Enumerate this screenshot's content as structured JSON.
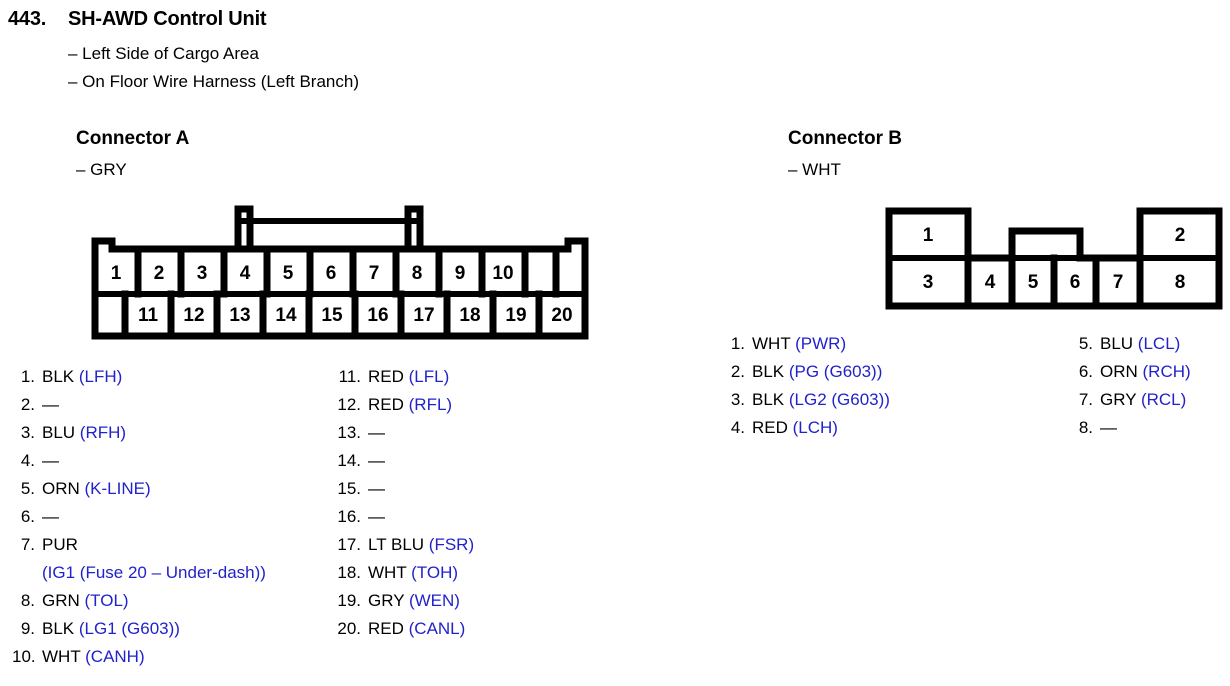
{
  "header": {
    "number": "443.",
    "title": "SH-AWD Control Unit",
    "sub_lines": [
      "– Left Side of Cargo Area",
      "– On Floor Wire Harness (Left Branch)"
    ]
  },
  "connector_a": {
    "heading": "Connector A",
    "color": "– GRY",
    "diagram": {
      "top_row": [
        "1",
        "2",
        "3",
        "4",
        "5",
        "6",
        "7",
        "8",
        "9",
        "10"
      ],
      "bottom_row": [
        "11",
        "12",
        "13",
        "14",
        "15",
        "16",
        "17",
        "18",
        "19",
        "20"
      ]
    },
    "pins_col1": [
      {
        "num": "1.",
        "color": "BLK",
        "signal": "(LFH)"
      },
      {
        "num": "2.",
        "color": "—",
        "signal": ""
      },
      {
        "num": "3.",
        "color": "BLU",
        "signal": "(RFH)"
      },
      {
        "num": "4.",
        "color": "—",
        "signal": ""
      },
      {
        "num": "5.",
        "color": "ORN",
        "signal": "(K-LINE)"
      },
      {
        "num": "6.",
        "color": "—",
        "signal": ""
      },
      {
        "num": "7.",
        "color": "PUR",
        "signal": "",
        "signal_wrapped": "(IG1 (Fuse 20 – Under-dash))"
      },
      {
        "num": "8.",
        "color": "GRN",
        "signal": "(TOL)"
      },
      {
        "num": "9.",
        "color": "BLK",
        "signal": "(LG1 (G603))"
      },
      {
        "num": "10.",
        "color": "WHT",
        "signal": "(CANH)"
      }
    ],
    "pins_col2": [
      {
        "num": "11.",
        "color": "RED",
        "signal": "(LFL)"
      },
      {
        "num": "12.",
        "color": "RED",
        "signal": "(RFL)"
      },
      {
        "num": "13.",
        "color": "—",
        "signal": ""
      },
      {
        "num": "14.",
        "color": "—",
        "signal": ""
      },
      {
        "num": "15.",
        "color": "—",
        "signal": ""
      },
      {
        "num": "16.",
        "color": "—",
        "signal": ""
      },
      {
        "num": "17.",
        "color": "LT BLU",
        "signal": "(FSR)"
      },
      {
        "num": "18.",
        "color": "WHT",
        "signal": "(TOH)"
      },
      {
        "num": "19.",
        "color": "GRY",
        "signal": "(WEN)"
      },
      {
        "num": "20.",
        "color": "RED",
        "signal": "(CANL)"
      }
    ]
  },
  "connector_b": {
    "heading": "Connector B",
    "color": "– WHT",
    "diagram": {
      "top_row": [
        "1",
        "2"
      ],
      "bottom_row": [
        "3",
        "4",
        "5",
        "6",
        "7",
        "8"
      ]
    },
    "pins_col1": [
      {
        "num": "1.",
        "color": "WHT",
        "signal": "(PWR)"
      },
      {
        "num": "2.",
        "color": "BLK",
        "signal": "(PG (G603))"
      },
      {
        "num": "3.",
        "color": "BLK",
        "signal": "(LG2 (G603))"
      },
      {
        "num": "4.",
        "color": "RED",
        "signal": "(LCH)"
      }
    ],
    "pins_col2": [
      {
        "num": "5.",
        "color": "BLU",
        "signal": "(LCL)"
      },
      {
        "num": "6.",
        "color": "ORN",
        "signal": "(RCH)"
      },
      {
        "num": "7.",
        "color": "GRY",
        "signal": "(RCL)"
      },
      {
        "num": "8.",
        "color": "—",
        "signal": ""
      }
    ]
  },
  "colors": {
    "signal_blue": "#2222cc",
    "text_black": "#000000",
    "background": "#ffffff"
  }
}
